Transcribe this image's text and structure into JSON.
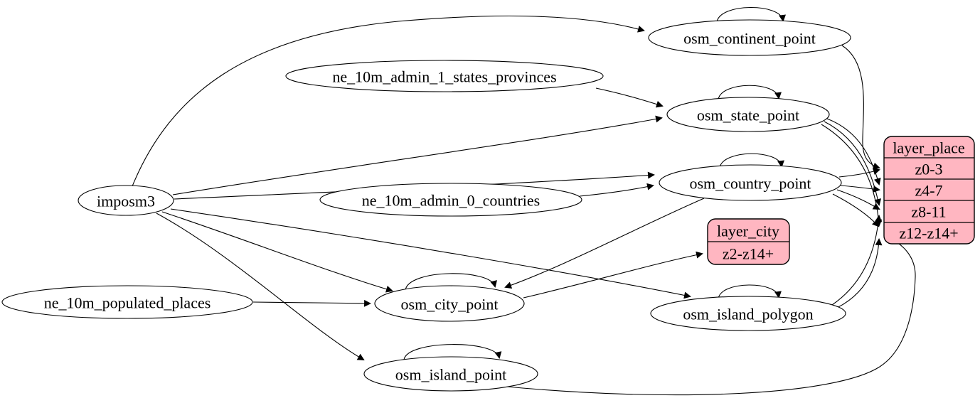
{
  "diagram": {
    "background": "#ffffff",
    "stroke_color": "#000000",
    "table_fill": "#ffffff",
    "layer_fill": "#ffb6c1",
    "labels": {
      "imposm3": "imposm3",
      "ne_10m_admin_1_states_provinces": "ne_10m_admin_1_states_provinces",
      "ne_10m_admin_0_countries": "ne_10m_admin_0_countries",
      "ne_10m_populated_places": "ne_10m_populated_places",
      "osm_continent_point": "osm_continent_point",
      "osm_state_point": "osm_state_point",
      "osm_country_point": "osm_country_point",
      "osm_city_point": "osm_city_point",
      "osm_island_polygon": "osm_island_polygon",
      "osm_island_point": "osm_island_point"
    },
    "layer_city": {
      "title": "layer_city",
      "rows": [
        "z2-z14+"
      ]
    },
    "layer_place": {
      "title": "layer_place",
      "rows": [
        "z0-3",
        "z4-7",
        "z8-11",
        "z12-z14+"
      ]
    },
    "edges": [
      {
        "from": "imposm3",
        "to": "osm_continent_point"
      },
      {
        "from": "imposm3",
        "to": "osm_state_point"
      },
      {
        "from": "imposm3",
        "to": "osm_country_point"
      },
      {
        "from": "imposm3",
        "to": "osm_city_point"
      },
      {
        "from": "imposm3",
        "to": "osm_island_polygon"
      },
      {
        "from": "imposm3",
        "to": "osm_island_point"
      },
      {
        "from": "ne_10m_admin_1_states_provinces",
        "to": "osm_state_point"
      },
      {
        "from": "ne_10m_admin_0_countries",
        "to": "osm_country_point"
      },
      {
        "from": "ne_10m_populated_places",
        "to": "osm_city_point"
      },
      {
        "from": "osm_continent_point",
        "to": "osm_continent_point"
      },
      {
        "from": "osm_state_point",
        "to": "osm_state_point"
      },
      {
        "from": "osm_country_point",
        "to": "osm_country_point"
      },
      {
        "from": "osm_city_point",
        "to": "osm_city_point"
      },
      {
        "from": "osm_island_polygon",
        "to": "osm_island_polygon"
      },
      {
        "from": "osm_island_point",
        "to": "osm_island_point"
      },
      {
        "from": "osm_country_point",
        "to": "osm_city_point"
      },
      {
        "from": "osm_city_point",
        "to": "layer_city:z2-z14+"
      },
      {
        "from": "osm_continent_point",
        "to": "layer_place:z0-3"
      },
      {
        "from": "osm_country_point",
        "to": "layer_place:z0-3"
      },
      {
        "from": "osm_country_point",
        "to": "layer_place:z4-7"
      },
      {
        "from": "osm_country_point",
        "to": "layer_place:z8-11"
      },
      {
        "from": "osm_country_point",
        "to": "layer_place:z12-z14+"
      },
      {
        "from": "osm_state_point",
        "to": "layer_place:z4-7"
      },
      {
        "from": "osm_state_point",
        "to": "layer_place:z8-11"
      },
      {
        "from": "osm_state_point",
        "to": "layer_place:z12-z14+"
      },
      {
        "from": "osm_island_polygon",
        "to": "layer_place:z8-11"
      },
      {
        "from": "osm_island_polygon",
        "to": "layer_place:z12-z14+"
      },
      {
        "from": "osm_island_point",
        "to": "layer_place:z12-z14+"
      }
    ]
  }
}
